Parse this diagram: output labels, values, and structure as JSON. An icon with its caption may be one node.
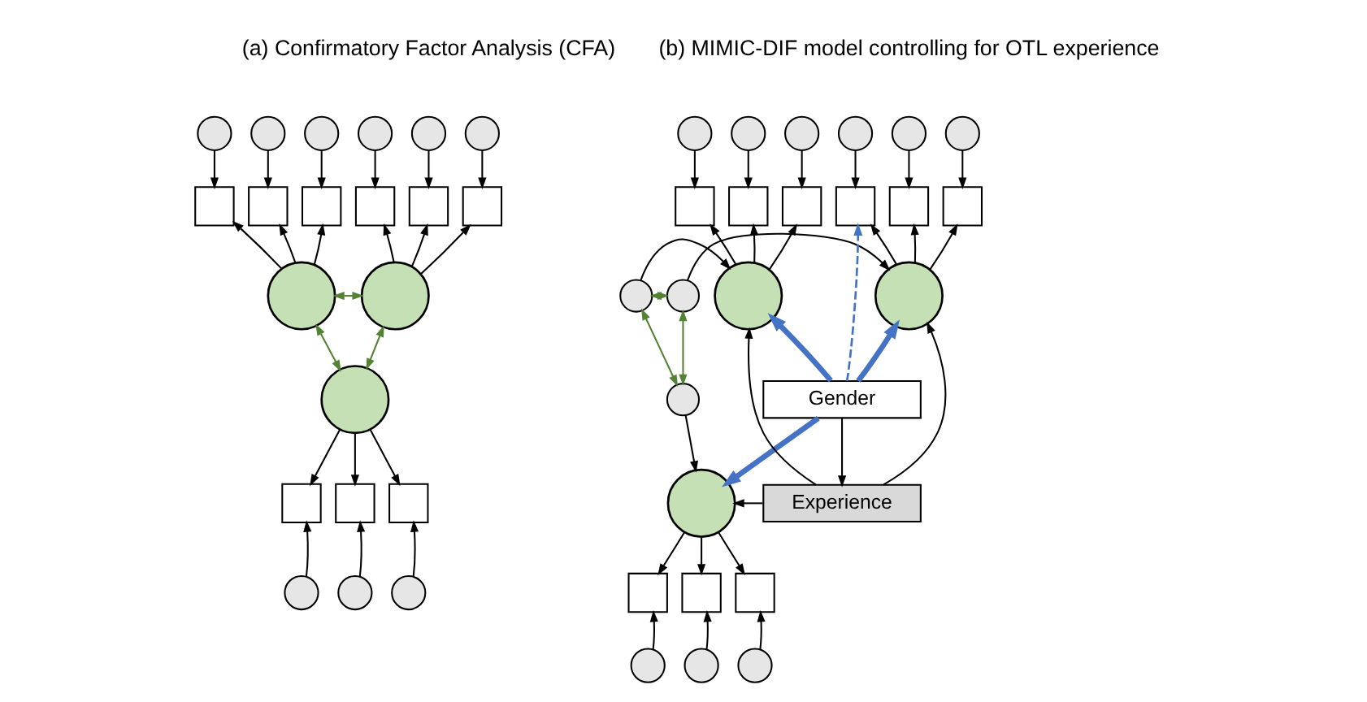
{
  "diagram": {
    "nodes": [
      {
        "text": [],
        "shape": "circle"
      },
      {
        "text": [],
        "shape": "circle"
      },
      {
        "text": [],
        "shape": "circle"
      },
      {
        "text": [],
        "shape": "circle"
      },
      {
        "text": [],
        "shape": "circle"
      },
      {
        "text": [],
        "shape": "circle"
      },
      {
        "text": [],
        "shape": "box"
      },
      {
        "text": [],
        "shape": "box"
      },
      {
        "text": [],
        "shape": "box"
      },
      {
        "text": [],
        "shape": "box"
      },
      {
        "text": [],
        "shape": "box"
      },
      {
        "text": [],
        "shape": "box"
      },
      {
        "text": [],
        "shape": "circle"
      },
      {
        "text": [],
        "shape": "circle"
      },
      {
        "text": [],
        "shape": "circle"
      },
      {
        "text": [],
        "shape": "box"
      },
      {
        "text": [],
        "shape": "box"
      },
      {
        "text": [],
        "shape": "box"
      },
      {
        "text": [],
        "shape": "circle"
      },
      {
        "text": [],
        "shape": "circle"
      },
      {
        "text": [],
        "shape": "circle"
      },
      {
        "text": [],
        "shape": "circle"
      },
      {
        "text": [],
        "shape": "circle"
      },
      {
        "text": [],
        "shape": "circle"
      },
      {
        "text": [],
        "shape": "circle"
      },
      {
        "text": [],
        "shape": "circle"
      },
      {
        "text": [],
        "shape": "circle"
      },
      {
        "text": [],
        "shape": "box"
      },
      {
        "text": [],
        "shape": "box"
      },
      {
        "text": [],
        "shape": "box"
      },
      {
        "text": [],
        "shape": "box"
      },
      {
        "text": [],
        "shape": "box"
      },
      {
        "text": [],
        "shape": "box"
      },
      {
        "text": [],
        "shape": "circle"
      },
      {
        "text": [],
        "shape": "circle"
      },
      {
        "text": [],
        "shape": "circle"
      },
      {
        "text": [],
        "shape": "circle"
      },
      {
        "text": [],
        "shape": "circle"
      },
      {
        "text": [],
        "shape": "circle"
      },
      {
        "text": [
          "Gender"
        ]
      },
      {
        "text": [
          "Experience"
        ]
      },
      {
        "text": [],
        "shape": "box"
      },
      {
        "text": [],
        "shape": "box"
      },
      {
        "text": [],
        "shape": "box"
      },
      {
        "text": [],
        "shape": "circle"
      },
      {
        "text": [],
        "shape": "circle"
      },
      {
        "text": [],
        "shape": "circle"
      }
    ],
    "edges": [
      {
        "from": 0,
        "to": 6,
        "arrow": "to"
      },
      {
        "from": 1,
        "to": 7,
        "arrow": "to"
      },
      {
        "from": 2,
        "to": 8,
        "arrow": "to"
      },
      {
        "from": 3,
        "to": 9,
        "arrow": "to"
      },
      {
        "from": 4,
        "to": 10,
        "arrow": "to"
      },
      {
        "from": 5,
        "to": 11,
        "arrow": "to"
      },
      {
        "from": 12,
        "to": 6,
        "arrow": "to"
      },
      {
        "from": 12,
        "to": 7,
        "arrow": "to"
      },
      {
        "from": 12,
        "to": 8,
        "arrow": "to"
      },
      {
        "from": 13,
        "to": 9,
        "arrow": "to"
      },
      {
        "from": 13,
        "to": 10,
        "arrow": "to"
      },
      {
        "from": 13,
        "to": 11,
        "arrow": "to"
      },
      {
        "from": 12,
        "to": 13,
        "arrow": "both",
        "color": "#548235"
      },
      {
        "from": 12,
        "to": 14,
        "arrow": "both",
        "color": "#548235"
      },
      {
        "from": 13,
        "to": 14,
        "arrow": "both",
        "color": "#548235"
      },
      {
        "from": 14,
        "to": 15,
        "arrow": "to"
      },
      {
        "from": 14,
        "to": 16,
        "arrow": "to"
      },
      {
        "from": 14,
        "to": 17,
        "arrow": "to"
      },
      {
        "from": 18,
        "to": 15,
        "arrow": "to"
      },
      {
        "from": 19,
        "to": 16,
        "arrow": "to"
      },
      {
        "from": 20,
        "to": 17,
        "arrow": "to"
      },
      {
        "from": 21,
        "to": 27,
        "arrow": "to"
      },
      {
        "from": 22,
        "to": 28,
        "arrow": "to"
      },
      {
        "from": 23,
        "to": 29,
        "arrow": "to"
      },
      {
        "from": 24,
        "to": 30,
        "arrow": "to"
      },
      {
        "from": 25,
        "to": 31,
        "arrow": "to"
      },
      {
        "from": 26,
        "to": 32,
        "arrow": "to"
      },
      {
        "from": 33,
        "to": 27,
        "arrow": "to"
      },
      {
        "from": 33,
        "to": 28,
        "arrow": "to"
      },
      {
        "from": 33,
        "to": 29,
        "arrow": "to"
      },
      {
        "from": 34,
        "to": 30,
        "arrow": "to"
      },
      {
        "from": 34,
        "to": 31,
        "arrow": "to"
      },
      {
        "from": 34,
        "to": 32,
        "arrow": "to"
      },
      {
        "from": 35,
        "to": 33,
        "arrow": "to"
      },
      {
        "from": 36,
        "to": 34,
        "arrow": "to"
      },
      {
        "from": 37,
        "to": 38,
        "arrow": "to"
      },
      {
        "from": 35,
        "to": 36,
        "arrow": "both",
        "color": "#548235"
      },
      {
        "from": 35,
        "to": 37,
        "arrow": "both",
        "color": "#548235"
      },
      {
        "from": 36,
        "to": 37,
        "arrow": "both",
        "color": "#548235"
      },
      {
        "from": 39,
        "to": 27,
        "arrow": "to",
        "style": "dashed",
        "color": "#4472c4"
      },
      {
        "from": 39,
        "to": 33,
        "arrow": "to",
        "style": "thick",
        "color": "#4472c4"
      },
      {
        "from": 39,
        "to": 34,
        "arrow": "to",
        "style": "thick",
        "color": "#4472c4"
      },
      {
        "from": 39,
        "to": 38,
        "arrow": "to",
        "style": "thick",
        "color": "#4472c4"
      },
      {
        "from": 39,
        "to": 40,
        "arrow": "to"
      },
      {
        "from": 40,
        "to": 33,
        "arrow": "to"
      },
      {
        "from": 40,
        "to": 34,
        "arrow": "to"
      },
      {
        "from": 40,
        "to": 38,
        "arrow": "to"
      },
      {
        "from": 38,
        "to": 41,
        "arrow": "to"
      },
      {
        "from": 38,
        "to": 42,
        "arrow": "to"
      },
      {
        "from": 38,
        "to": 43,
        "arrow": "to"
      },
      {
        "from": 44,
        "to": 41,
        "arrow": "to"
      },
      {
        "from": 45,
        "to": 42,
        "arrow": "to"
      },
      {
        "from": 46,
        "to": 43,
        "arrow": "to"
      }
    ],
    "labels": [
      "(a) Confirmatory Factor Analysis (CFA)",
      "(b) MIMIC-DIF model controlling for OTL experience"
    ]
  }
}
